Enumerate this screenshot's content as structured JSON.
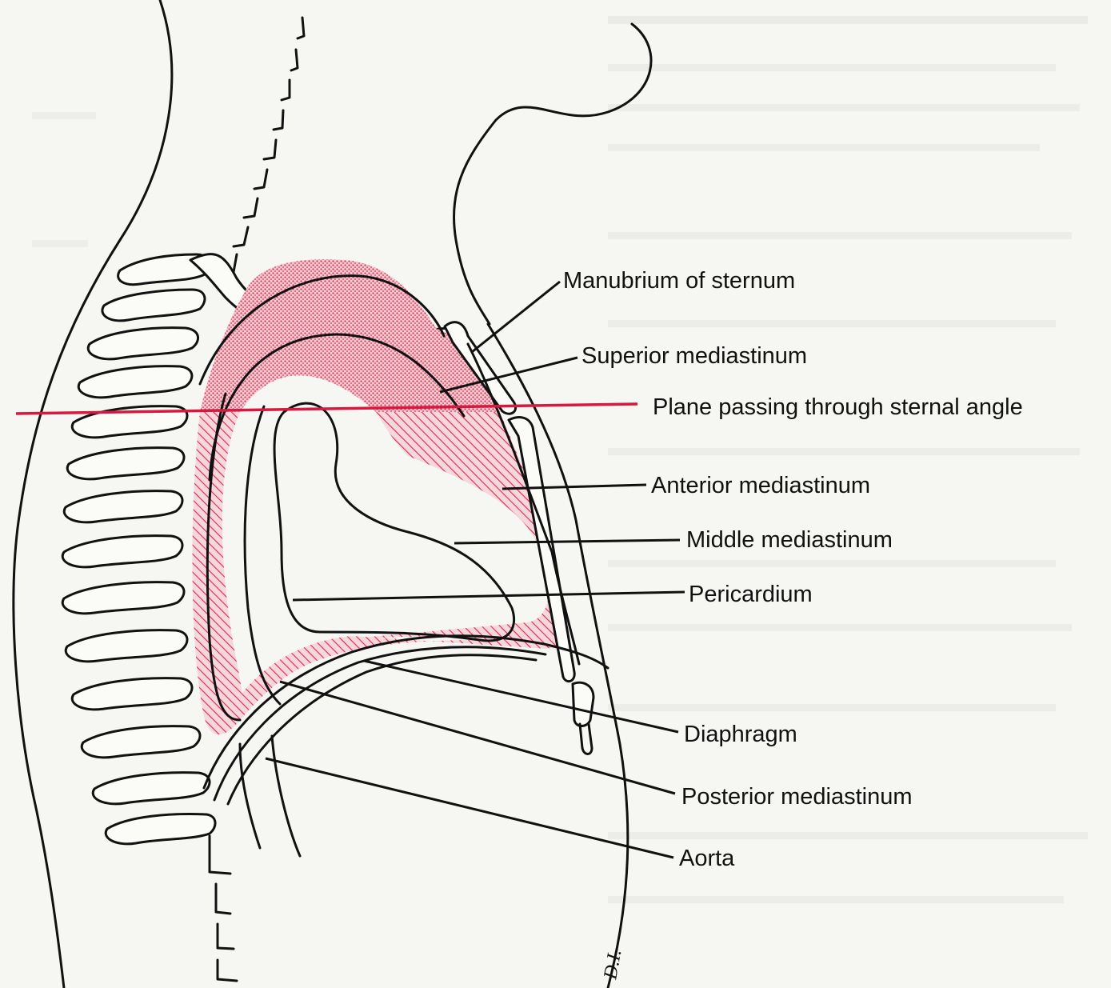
{
  "labels": {
    "manubrium": "Manubrium of sternum",
    "superior": "Superior mediastinum",
    "plane": "Plane passing through sternal angle",
    "anterior": "Anterior mediastinum",
    "middle": "Middle mediastinum",
    "pericardium": "Pericardium",
    "diaphragm": "Diaphragm",
    "posterior": "Posterior mediastinum",
    "aorta": "Aorta"
  },
  "signature": "D.I.",
  "colors": {
    "plane_line": "#d7193f",
    "superior_fill": "#e98c9d",
    "inferior_hatch": "#d92a4a",
    "ink": "#111111",
    "paper": "#f6f6f3"
  }
}
